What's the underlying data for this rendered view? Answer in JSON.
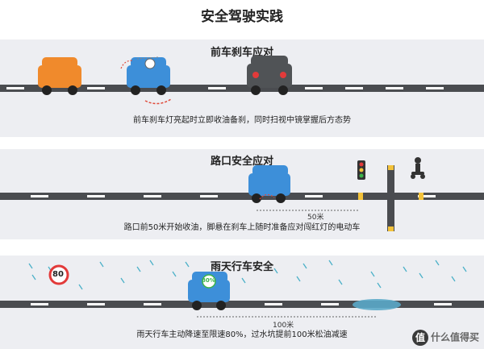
{
  "title": "安全驾驶实践",
  "panels": [
    {
      "title": "前车刹车应对",
      "caption": "前车刹车灯亮起时立即收油备刹，同时扫视中镜掌握后方态势"
    },
    {
      "title": "路口安全应对",
      "caption": "路口前50米开始收油，脚悬在刹车上随时准备应对闯红灯的电动车",
      "distance_label": "50米"
    },
    {
      "title": "雨天行车安全",
      "caption": "雨天行车主动降速至限速80%，过水坑提前100米松油减速",
      "speed_sign": "80",
      "car_badge": "80%",
      "distance_label": "100米"
    }
  ],
  "watermark": {
    "badge": "值",
    "text": "什么值得买"
  },
  "colors": {
    "orange_car": "#f08a2c",
    "blue_car": "#3d8fd9",
    "gray_car": "#505356",
    "road": "#4a4c50",
    "marker": "#f3c23a",
    "puddle": "#5aa9c8"
  }
}
